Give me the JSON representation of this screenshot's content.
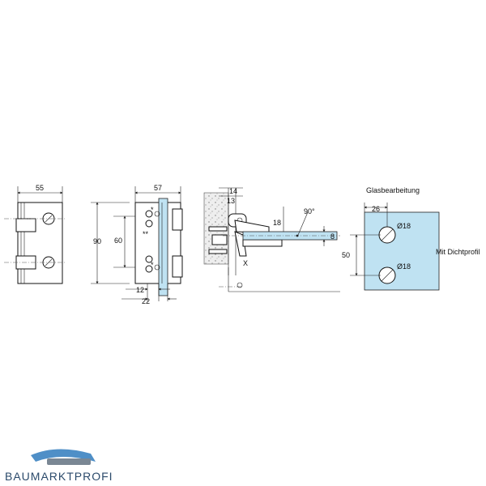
{
  "views": {
    "front": {
      "width": "55"
    },
    "side": {
      "width": "57",
      "height": "90",
      "hole_spacing": "60",
      "marks": [
        "**",
        "*",
        "*"
      ],
      "dim_12": "12",
      "dim_22": "22"
    },
    "section": {
      "dim_14": "14",
      "dim_13": "13",
      "dim_18": "18",
      "angle": "90°",
      "thickness": "8",
      "detail_label": "X"
    },
    "glass": {
      "title": "Glasbearbeitung",
      "edge_offset": "26",
      "hole_top": "Ø18",
      "hole_bottom": "Ø18",
      "spacing": "50",
      "note": "Mit Dichtprofil"
    }
  },
  "brand": {
    "name": "BAUMARKTPROFI",
    "color": "#2b4a6b"
  },
  "colors": {
    "glass": "#bfe2f2"
  }
}
